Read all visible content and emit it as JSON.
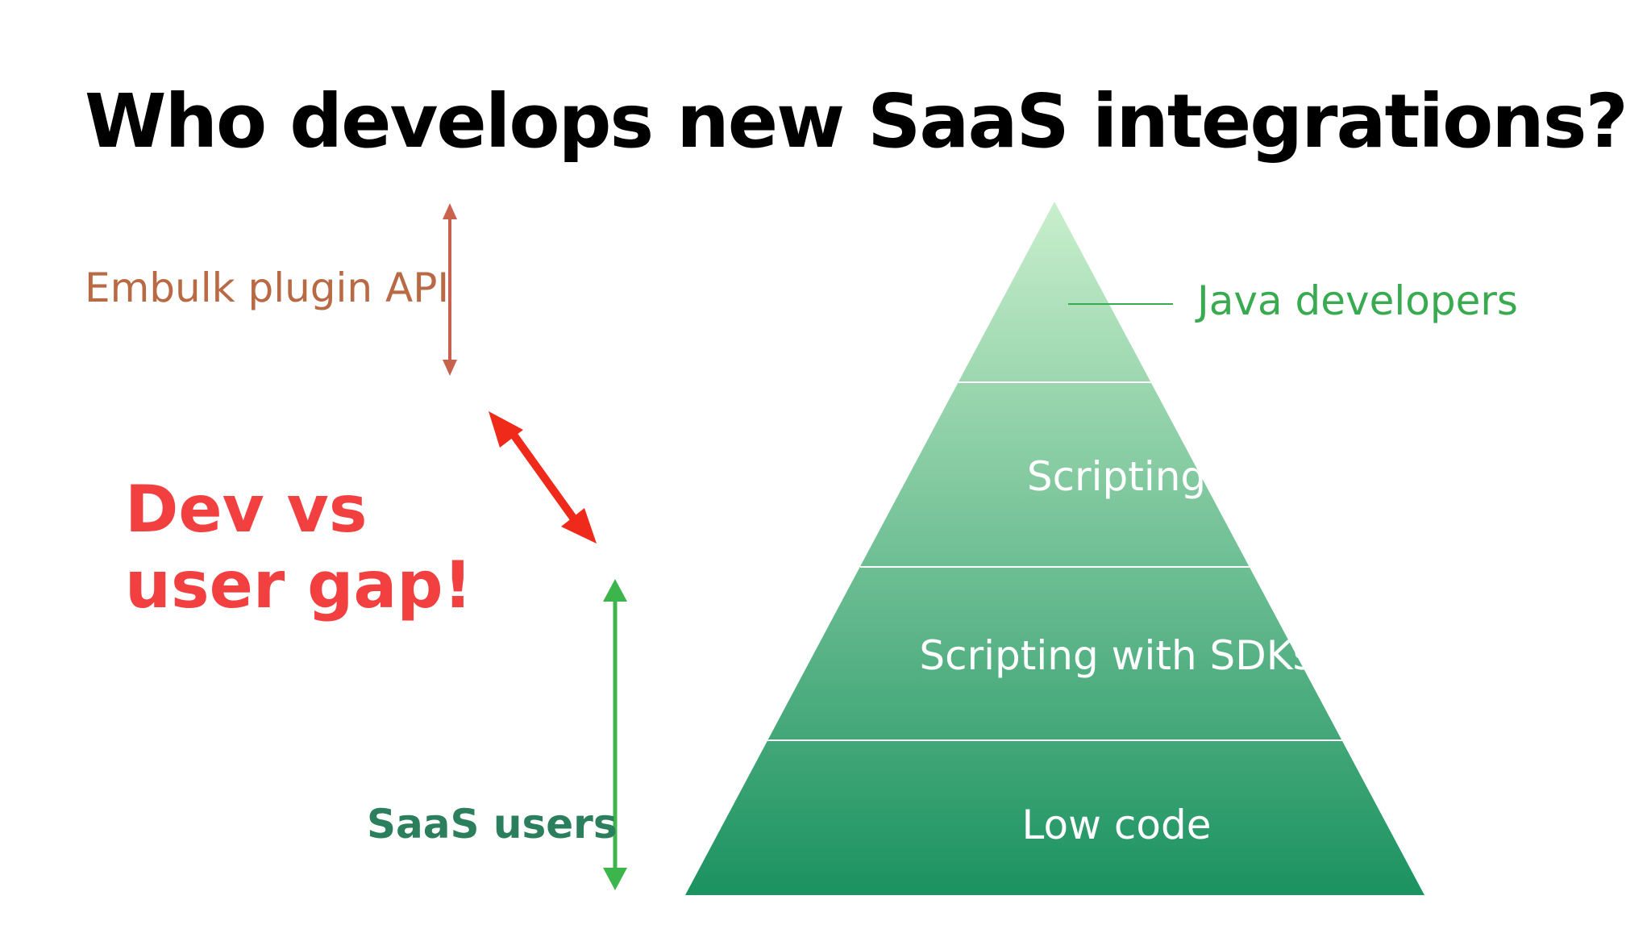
{
  "title": "Who develops new SaaS integrations?",
  "labels": {
    "embulk": "Embulk plugin API",
    "gap": "Dev vs user gap!",
    "saas_users": "SaaS users",
    "java": "Java developers"
  },
  "pyramid": {
    "tiers": [
      "Scripting",
      "Scripting with SDKs",
      "Low code"
    ]
  },
  "colors": {
    "pyramid_top": "#c9efcc",
    "pyramid_bottom": "#1b9260",
    "embulk": "#b86a45",
    "gap": "#f24040",
    "saas_users": "#2b7f5c",
    "java": "#3aaa50"
  }
}
